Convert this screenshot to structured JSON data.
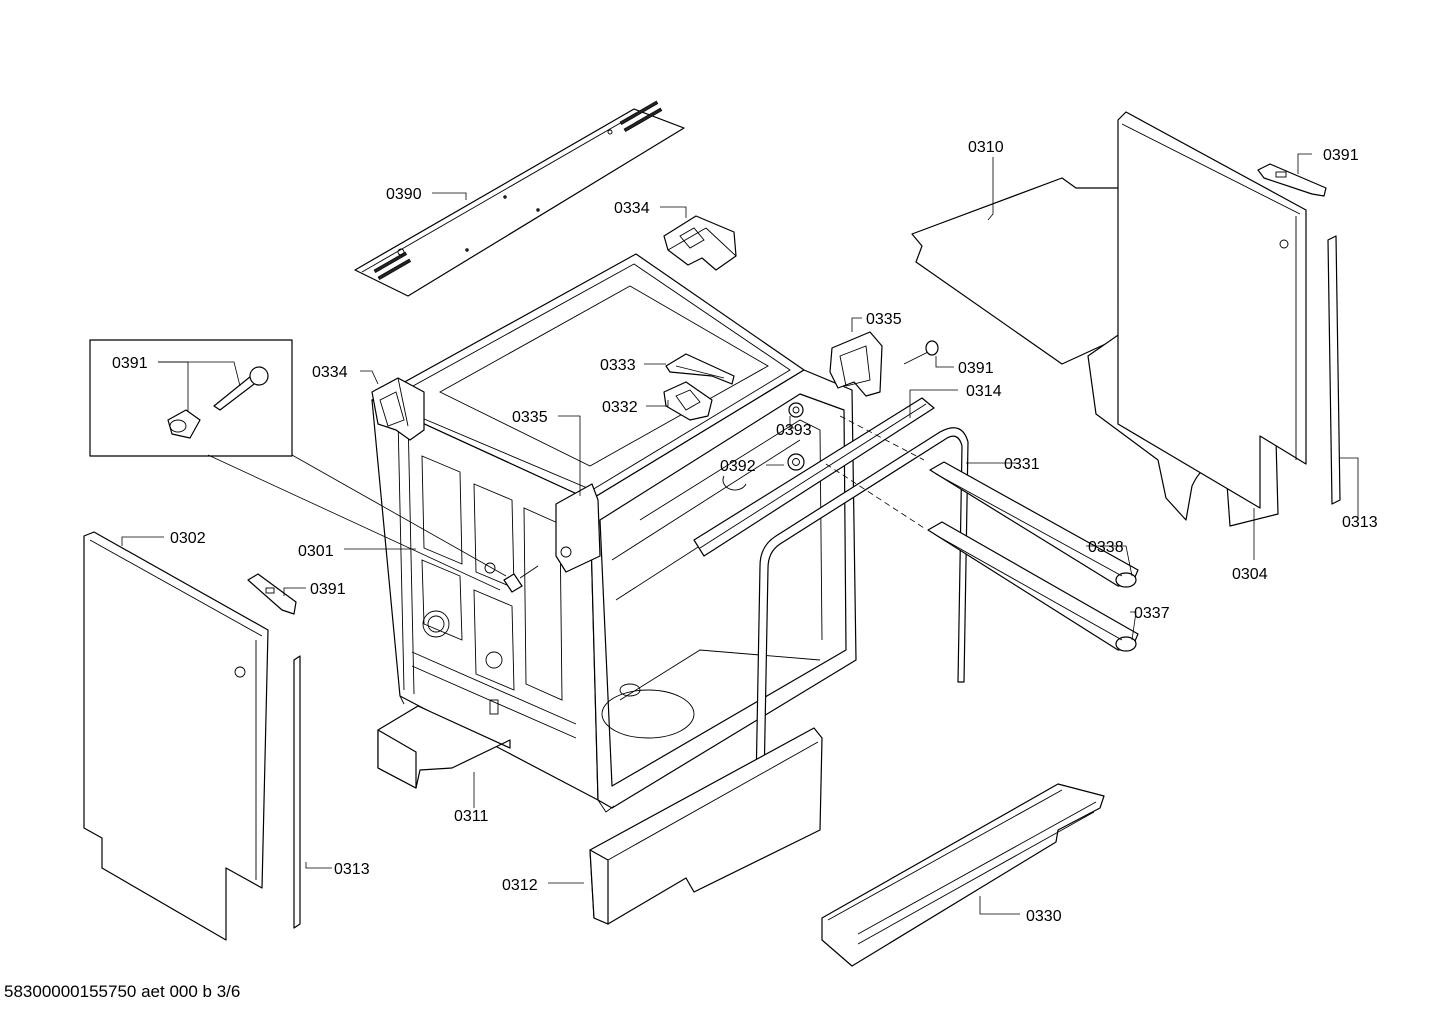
{
  "callouts": {
    "p0390": "0390",
    "p0334_top": "0334",
    "p0310": "0310",
    "p0391_top_right": "0391",
    "p0391_inset": "0391",
    "p0334_left": "0334",
    "p0335_right": "0335",
    "p0391_mid_right": "0391",
    "p0333": "0333",
    "p0332": "0332",
    "p0314": "0314",
    "p0335_left": "0335",
    "p0393": "0393",
    "p0392": "0392",
    "p0331": "0331",
    "p0313_right": "0313",
    "p0304": "0304",
    "p0302": "0302",
    "p0301": "0301",
    "p0391_left": "0391",
    "p0338": "0338",
    "p0337": "0337",
    "p0311": "0311",
    "p0313_left": "0313",
    "p0312": "0312",
    "p0330": "0330"
  },
  "footer": {
    "code": "58300000155750 aet 000 b 3/6"
  }
}
